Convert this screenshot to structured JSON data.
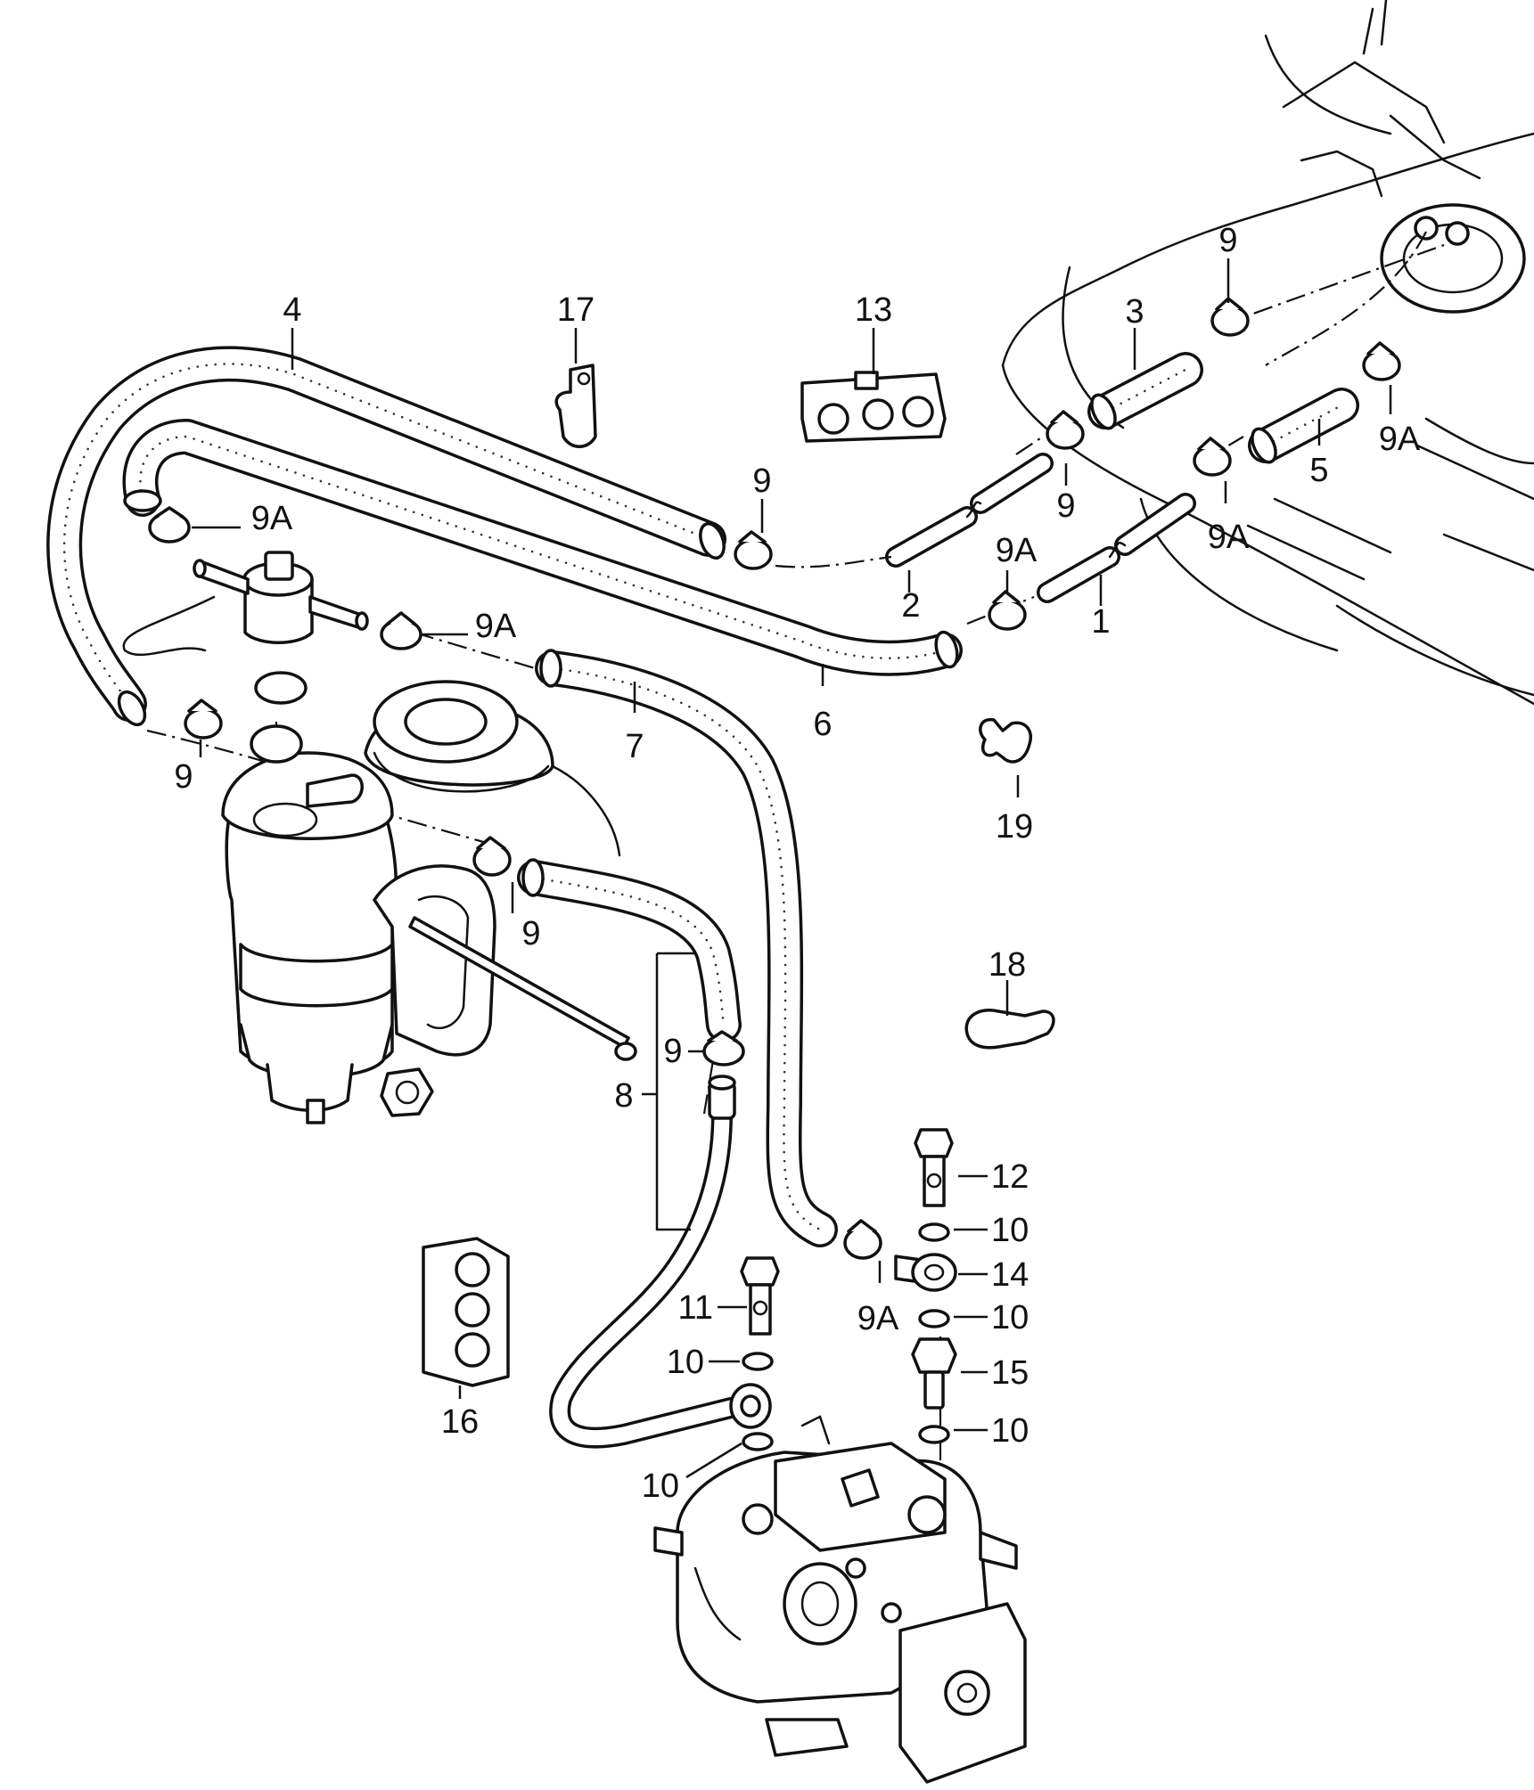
{
  "callouts": [
    {
      "id": "1",
      "text": "1"
    },
    {
      "id": "2",
      "text": "2"
    },
    {
      "id": "3",
      "text": "3"
    },
    {
      "id": "4",
      "text": "4"
    },
    {
      "id": "5",
      "text": "5"
    },
    {
      "id": "6",
      "text": "6"
    },
    {
      "id": "7",
      "text": "7"
    },
    {
      "id": "8",
      "text": "8"
    },
    {
      "id": "9",
      "text": "9"
    },
    {
      "id": "9A",
      "text": "9A"
    },
    {
      "id": "10",
      "text": "10"
    },
    {
      "id": "11",
      "text": "11"
    },
    {
      "id": "12",
      "text": "12"
    },
    {
      "id": "13",
      "text": "13"
    },
    {
      "id": "14",
      "text": "14"
    },
    {
      "id": "15",
      "text": "15"
    },
    {
      "id": "16",
      "text": "16"
    },
    {
      "id": "17",
      "text": "17"
    },
    {
      "id": "18",
      "text": "18"
    },
    {
      "id": "19",
      "text": "19"
    }
  ],
  "style": {
    "line_color": "#111111",
    "background": "#ffffff"
  }
}
